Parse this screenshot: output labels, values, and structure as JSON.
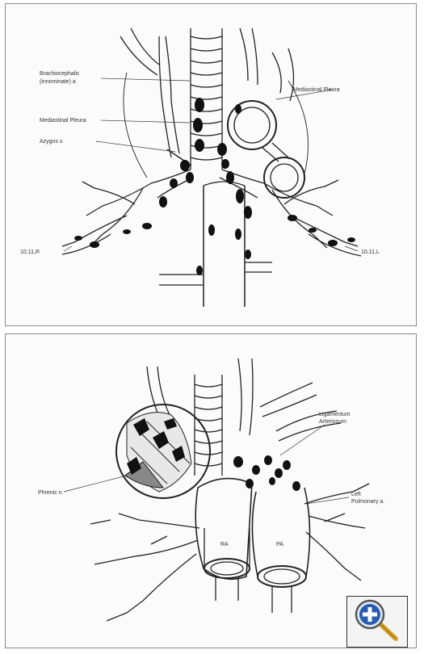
{
  "top_panel": {
    "labels": {
      "brachiocephalic": "Brachiocephalic",
      "innominate": "(innominate) a",
      "mediastinal_pleura_right": "Mediastinal Pleura",
      "mediastinal_pleura_left": "Mediastinal Pleura",
      "azygos": "Azygos v.",
      "nodes_right": "10,11,R",
      "nodes_left": "10,11,L"
    }
  },
  "bottom_panel": {
    "labels": {
      "ligamentum": "Ligamentum",
      "arteriosum": "Arteriosum",
      "phrenic": "Phrenic n.",
      "left": "Left",
      "pulmonary": "Pulmonary a.",
      "vessel_right": "RA",
      "vessel_left": "PA"
    }
  },
  "zoom_button": {
    "icon": "zoom-in-magnifier-icon"
  },
  "colors": {
    "ink": "#1a1a1a",
    "panel_border": "#8a8a8a",
    "lens_blue": "#2a5db0",
    "handle_gold": "#d8a227"
  }
}
